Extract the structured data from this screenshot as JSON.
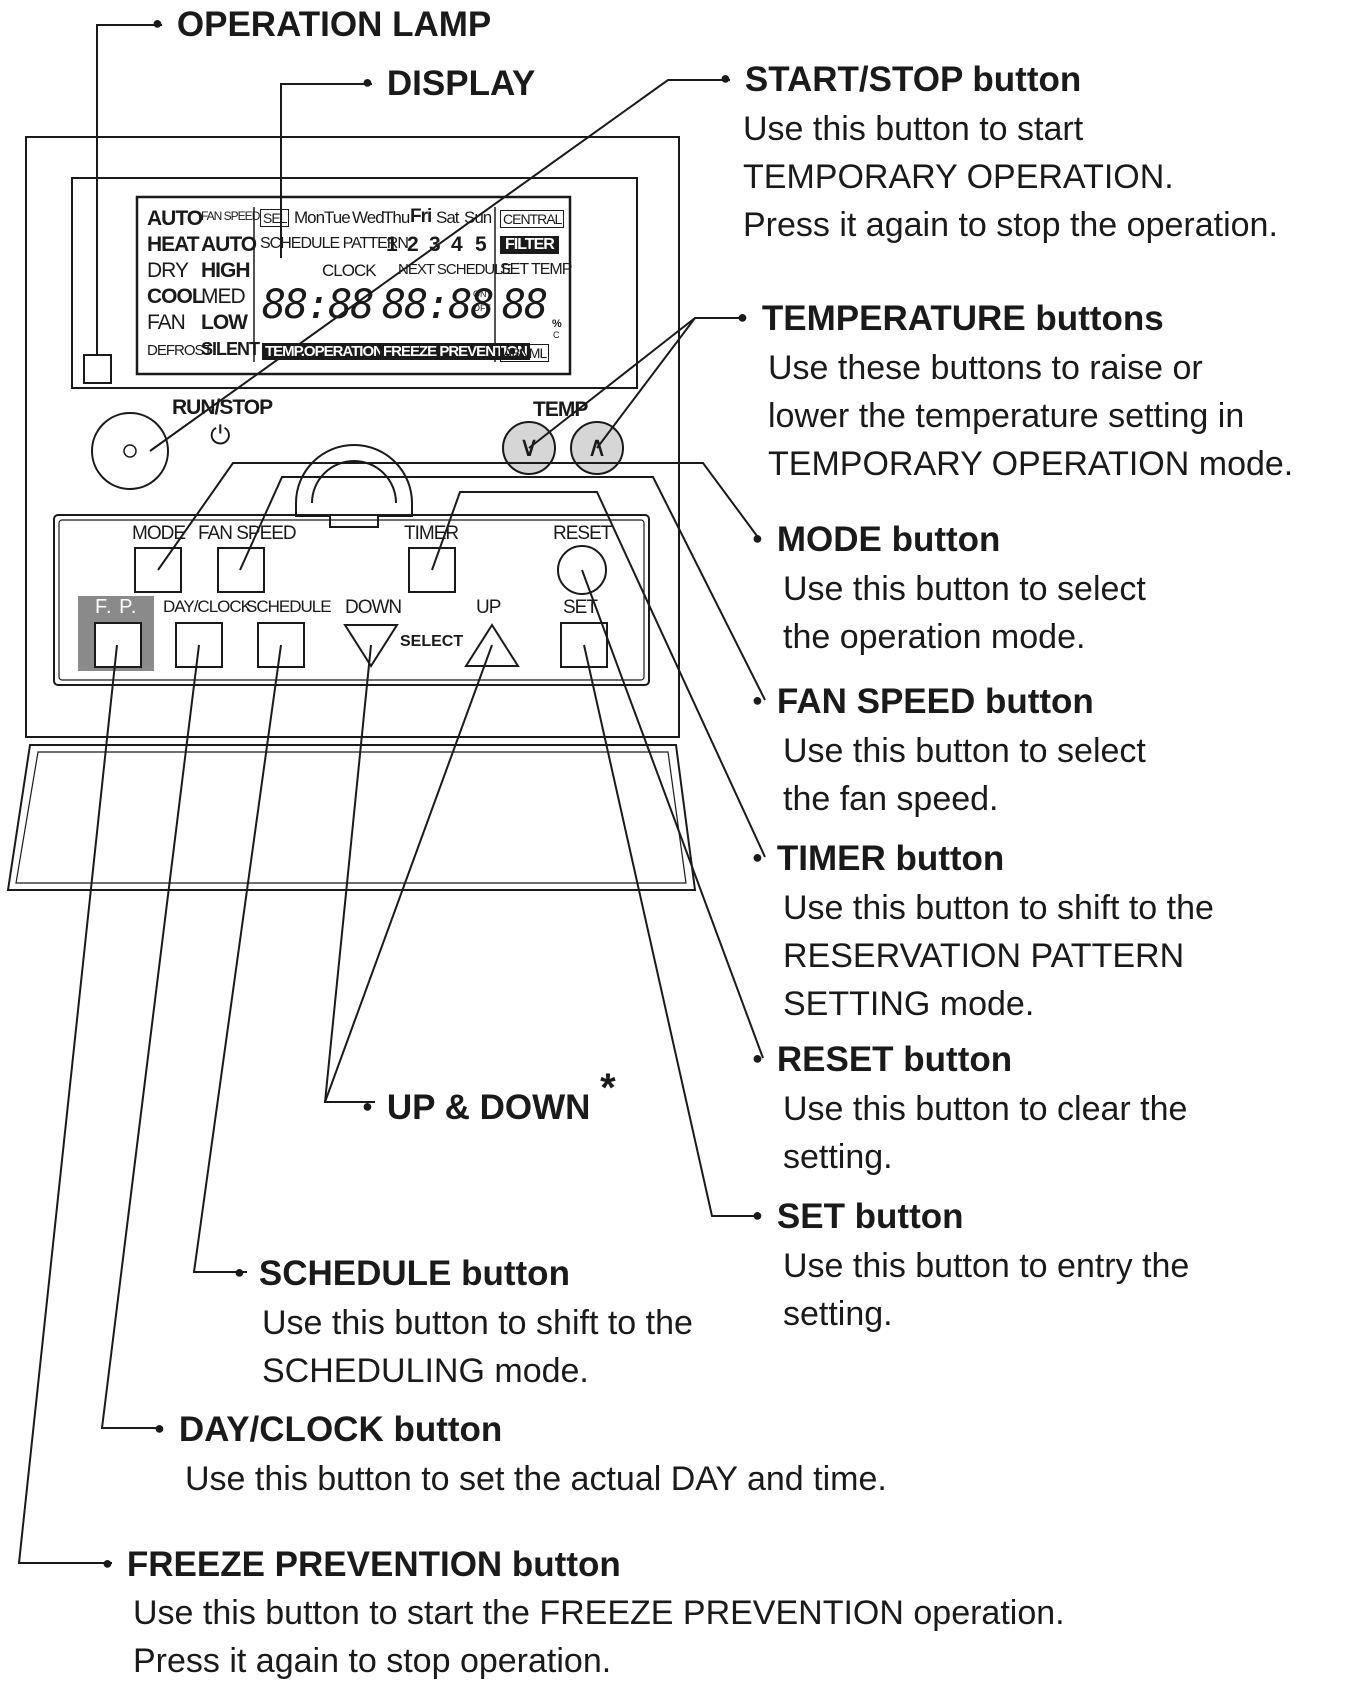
{
  "callouts": {
    "operation_lamp": {
      "title": "OPERATION LAMP"
    },
    "display": {
      "title": "DISPLAY"
    },
    "start_stop": {
      "title": "START/STOP button",
      "lines": [
        "Use this button to start",
        "TEMPORARY OPERATION.",
        "Press it again to stop the operation."
      ]
    },
    "temperature": {
      "title": "TEMPERATURE buttons",
      "lines": [
        "Use these buttons to raise or",
        "lower the temperature setting in",
        "TEMPORARY OPERATION mode."
      ]
    },
    "mode": {
      "title": "MODE button",
      "lines": [
        "Use this button to select",
        "the operation mode."
      ]
    },
    "fan_speed": {
      "title": "FAN SPEED button",
      "lines": [
        "Use this button to select",
        "the fan speed."
      ]
    },
    "timer": {
      "title": "TIMER button",
      "lines": [
        "Use this button to shift to the",
        "RESERVATION PATTERN",
        "SETTING mode."
      ]
    },
    "reset": {
      "title": "RESET button",
      "lines": [
        "Use this button to clear the",
        "setting."
      ]
    },
    "set": {
      "title": "SET button",
      "lines": [
        "Use this button to entry the",
        "setting."
      ]
    },
    "up_down": {
      "title": "UP & DOWN",
      "mark": "*"
    },
    "schedule": {
      "title": "SCHEDULE button",
      "lines": [
        "Use this button to shift to the",
        "SCHEDULING mode."
      ]
    },
    "day_clock": {
      "title": "DAY/CLOCK button",
      "lines": [
        "Use this button to set the actual DAY and time."
      ]
    },
    "freeze_prevention": {
      "title": "FREEZE PREVENTION button",
      "lines": [
        "Use this button to start the FREEZE PREVENTION operation.",
        "Press it again to stop operation."
      ]
    }
  },
  "panel": {
    "lcd": {
      "modes": [
        "AUTO",
        "HEAT",
        "DRY",
        "COOL",
        "FAN",
        "DEFROST"
      ],
      "fan_speed_label": "FAN SPEED",
      "fan_speeds": [
        "AUTO",
        "HIGH",
        "MED",
        "LOW",
        "SILENT"
      ],
      "sel": "SEL",
      "days": [
        "Mon",
        "Tue",
        "Wed",
        "Thu",
        "Fri",
        "Sat",
        "Sun"
      ],
      "schedule_pattern": "SCHEDULE PATTERN",
      "pattern_numbers": [
        "1",
        "2",
        "3",
        "4",
        "5"
      ],
      "clock": "CLOCK",
      "next_schedule": "NEXT SCHEDULE",
      "clock_digits": "88:88",
      "next_digits": "88:88",
      "on": "ON",
      "off": "OFF",
      "central": "CENTRAL",
      "filter": "FILTER",
      "set_temp": "SET TEMP",
      "temp_digits": "88",
      "percent": "%",
      "celsius": "C",
      "abnml": "ABNML",
      "temp_operation": "TEMP.OPERATION",
      "freeze_prevention": "FREEZE PREVENTION"
    },
    "run_stop": "RUN/STOP",
    "power_symbol": "⏻",
    "temp": "TEMP",
    "down_arrow": "∨",
    "up_arrow": "∧",
    "buttons": {
      "mode": "MODE",
      "fan_speed": "FAN SPEED",
      "timer": "TIMER",
      "reset": "RESET",
      "fp": "F. P.",
      "day_clock": "DAY/CLOCK",
      "schedule": "SCHEDULE",
      "down": "DOWN",
      "up": "UP",
      "select": "SELECT",
      "set": "SET"
    }
  }
}
